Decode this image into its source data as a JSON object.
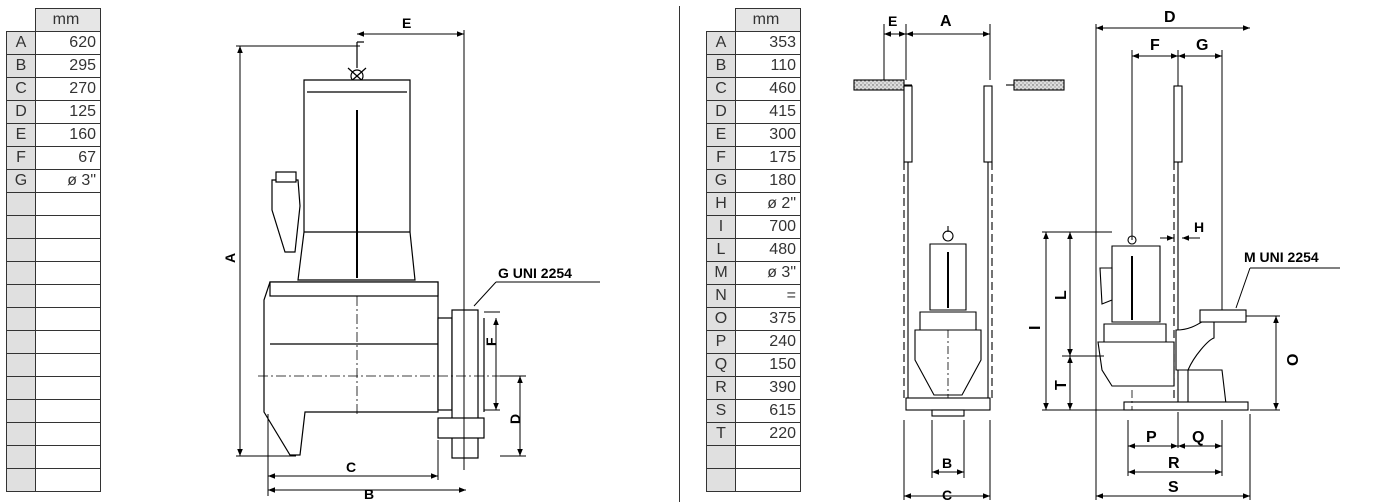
{
  "left_table": {
    "unit_header": "mm",
    "rows": [
      {
        "key": "A",
        "value": "620"
      },
      {
        "key": "B",
        "value": "295"
      },
      {
        "key": "C",
        "value": "270"
      },
      {
        "key": "D",
        "value": "125"
      },
      {
        "key": "E",
        "value": "160"
      },
      {
        "key": "F",
        "value": "67"
      },
      {
        "key": "G",
        "value": "ø 3\""
      },
      {
        "key": "",
        "value": ""
      },
      {
        "key": "",
        "value": ""
      },
      {
        "key": "",
        "value": ""
      },
      {
        "key": "",
        "value": ""
      },
      {
        "key": "",
        "value": ""
      },
      {
        "key": "",
        "value": ""
      },
      {
        "key": "",
        "value": ""
      },
      {
        "key": "",
        "value": ""
      },
      {
        "key": "",
        "value": ""
      },
      {
        "key": "",
        "value": ""
      },
      {
        "key": "",
        "value": ""
      },
      {
        "key": "",
        "value": ""
      },
      {
        "key": "",
        "value": ""
      }
    ]
  },
  "right_table": {
    "unit_header": "mm",
    "rows": [
      {
        "key": "A",
        "value": "353"
      },
      {
        "key": "B",
        "value": "110"
      },
      {
        "key": "C",
        "value": "460"
      },
      {
        "key": "D",
        "value": "415"
      },
      {
        "key": "E",
        "value": "300"
      },
      {
        "key": "F",
        "value": "175"
      },
      {
        "key": "G",
        "value": "180"
      },
      {
        "key": "H",
        "value": "ø 2\""
      },
      {
        "key": "I",
        "value": "700"
      },
      {
        "key": "L",
        "value": "480"
      },
      {
        "key": "M",
        "value": "ø 3\""
      },
      {
        "key": "N",
        "value": "="
      },
      {
        "key": "O",
        "value": "375"
      },
      {
        "key": "P",
        "value": "240"
      },
      {
        "key": "Q",
        "value": "150"
      },
      {
        "key": "R",
        "value": "390"
      },
      {
        "key": "S",
        "value": "615"
      },
      {
        "key": "T",
        "value": "220"
      },
      {
        "key": "",
        "value": ""
      },
      {
        "key": "",
        "value": ""
      }
    ]
  },
  "drawing1": {
    "labels": {
      "A": "A",
      "B": "B",
      "C": "C",
      "D": "D",
      "E": "E",
      "F": "F"
    },
    "flange_callout": "G UNI 2254"
  },
  "drawing2": {
    "labels": {
      "A": "A",
      "B": "B",
      "C": "C",
      "E": "E"
    }
  },
  "drawing3": {
    "labels": {
      "D": "D",
      "F": "F",
      "G": "G",
      "H": "H",
      "I": "I",
      "L": "L",
      "T": "T",
      "O": "O",
      "P": "P",
      "Q": "Q",
      "R": "R",
      "S": "S"
    },
    "flange_callout": "M UNI 2254"
  }
}
